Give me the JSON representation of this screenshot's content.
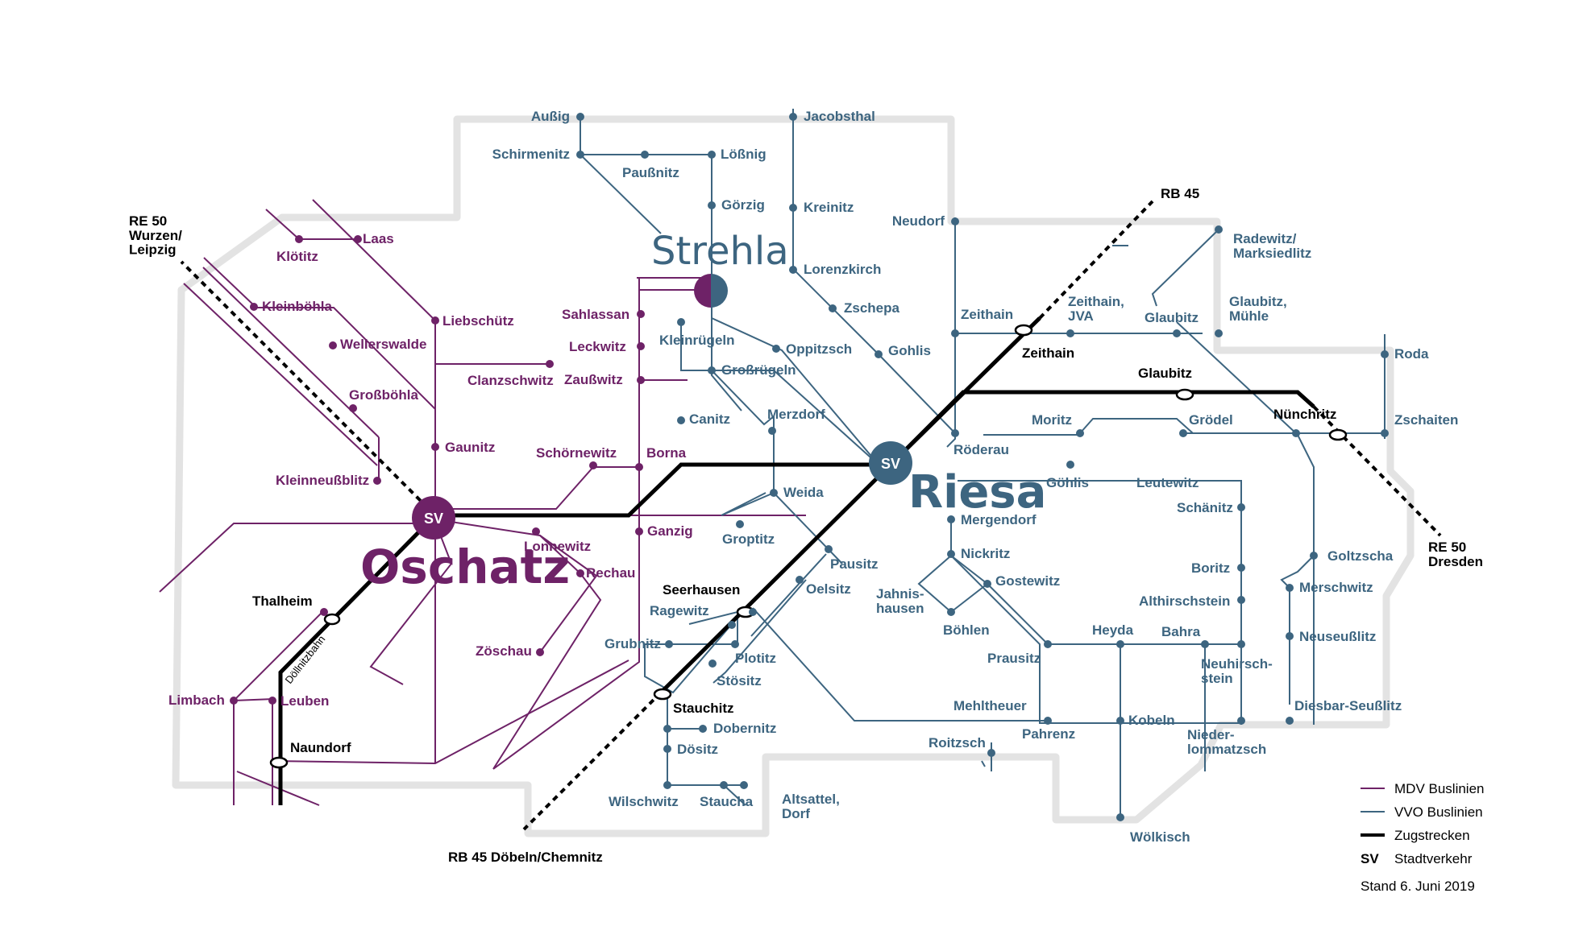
{
  "colors": {
    "mdv": "#6e2267",
    "vvo": "#3d6580",
    "train": "#000000",
    "zone": "#e3e3e3",
    "sv_text": "#ffffff"
  },
  "cities": {
    "oschatz": "Oschatz",
    "riesa": "Riesa",
    "strehla": "Strehla"
  },
  "sv_badge": "SV",
  "train_lines": {
    "re50_west": "RE 50\nWurzen/\nLeipzig",
    "re50_east": "RE 50\nDresden",
    "rb45_north": "RB 45",
    "rb45_south": "RB 45 Döbeln/Chemnitz",
    "doellnitzbahn": "Döllnitzbahn"
  },
  "rail_stops": {
    "thalheim": "Thalheim",
    "naundorf": "Naundorf",
    "seerhausen": "Seerhausen",
    "stauchitz": "Stauchitz",
    "zeithain": "Zeithain",
    "glaubitz": "Glaubitz",
    "nuenchritz": "Nünchritz"
  },
  "mdv_stops": {
    "kloetitz": "Klötitz",
    "laas": "Laas",
    "kleinboehla": "Kleinböhla",
    "liebschuetz": "Liebschütz",
    "wellerswalde": "Wellerswalde",
    "clanzschwitz": "Clanzschwitz",
    "grossboehla": "Großböhla",
    "gaunitz": "Gaunitz",
    "kleinneussblitz": "Kleinneußblitz",
    "sahlassan": "Sahlassan",
    "leckwitz": "Leckwitz",
    "zaussbwitz": "Zaußwitz",
    "schoernewitz": "Schörnewitz",
    "borna": "Borna",
    "ganzig": "Ganzig",
    "lonnewitz": "Lonnewitz",
    "rechau": "Rechau",
    "zoeschau": "Zöschau",
    "limbach": "Limbach",
    "leuben": "Leuben"
  },
  "vvo_stops": {
    "aussig": "Außig",
    "jacobsthal": "Jacobsthal",
    "schirmenitz": "Schirmenitz",
    "paussnitz": "Paußnitz",
    "loessnig": "Lößnig",
    "goerzig": "Görzig",
    "kreinitz": "Kreinitz",
    "neudorf": "Neudorf",
    "lorenzkirch": "Lorenzkirch",
    "zschepa": "Zschepa",
    "kleinruegeln": "Kleinrügeln",
    "oppitzsch": "Oppitzsch",
    "gohlis": "Gohlis",
    "grossruegeln": "Großrügeln",
    "canitz": "Canitz",
    "merzdorf": "Merzdorf",
    "zeithain": "Zeithain",
    "zeithain_jva": "Zeithain,\nJVA",
    "glaubitz": "Glaubitz",
    "glaubitz_muehle": "Glaubitz,\nMühle",
    "radewitz": "Radewitz/\nMarksiedlitz",
    "roda": "Roda",
    "moritz": "Moritz",
    "groedel": "Grödel",
    "zschaiten": "Zschaiten",
    "roederau": "Röderau",
    "goehlis": "Göhlis",
    "leutewitz": "Leutewitz",
    "schaenitz": "Schänitz",
    "weida": "Weida",
    "groptitz": "Groptitz",
    "mergendorf": "Mergendorf",
    "nickritz": "Nickritz",
    "pausitz": "Pausitz",
    "oelsitz": "Oelsitz",
    "jahnishausen": "Jahnis-\nhausen",
    "gostewitz": "Gostewitz",
    "boehlen": "Böhlen",
    "rageweitz": "Ragewitz",
    "grubnitz": "Grubnitz",
    "plotitz": "Plotitz",
    "stoesitz": "Stösitz",
    "prausitz": "Prausitz",
    "heyda": "Heyda",
    "bahra": "Bahra",
    "boritz": "Boritz",
    "althirschstein": "Althirschstein",
    "goltzscha": "Goltzscha",
    "merschwitz": "Merschwitz",
    "neuseusslitz": "Neuseußlitz",
    "neuhirschstein": "Neuhirsch-\nstein",
    "mehltheuer": "Mehltheuer",
    "kobeln": "Kobeln",
    "pahrenz": "Pahrenz",
    "roitzsch": "Roitzsch",
    "niederlommatzsch": "Nieder-\nlommatzsch",
    "diesbar": "Diesbar-Seußlitz",
    "dobernitz": "Dobernitz",
    "doesitz": "Dösitz",
    "wilschwitz": "Wilschwitz",
    "staucha": "Staucha",
    "altsattel": "Altsattel,\nDorf",
    "woelkisch": "Wölkisch"
  },
  "legend": {
    "mdv": "MDV Buslinien",
    "vvo": "VVO Buslinien",
    "train": "Zugstrecken",
    "sv_key": "SV",
    "sv": "Stadtverkehr",
    "date": "Stand 6. Juni 2019"
  }
}
